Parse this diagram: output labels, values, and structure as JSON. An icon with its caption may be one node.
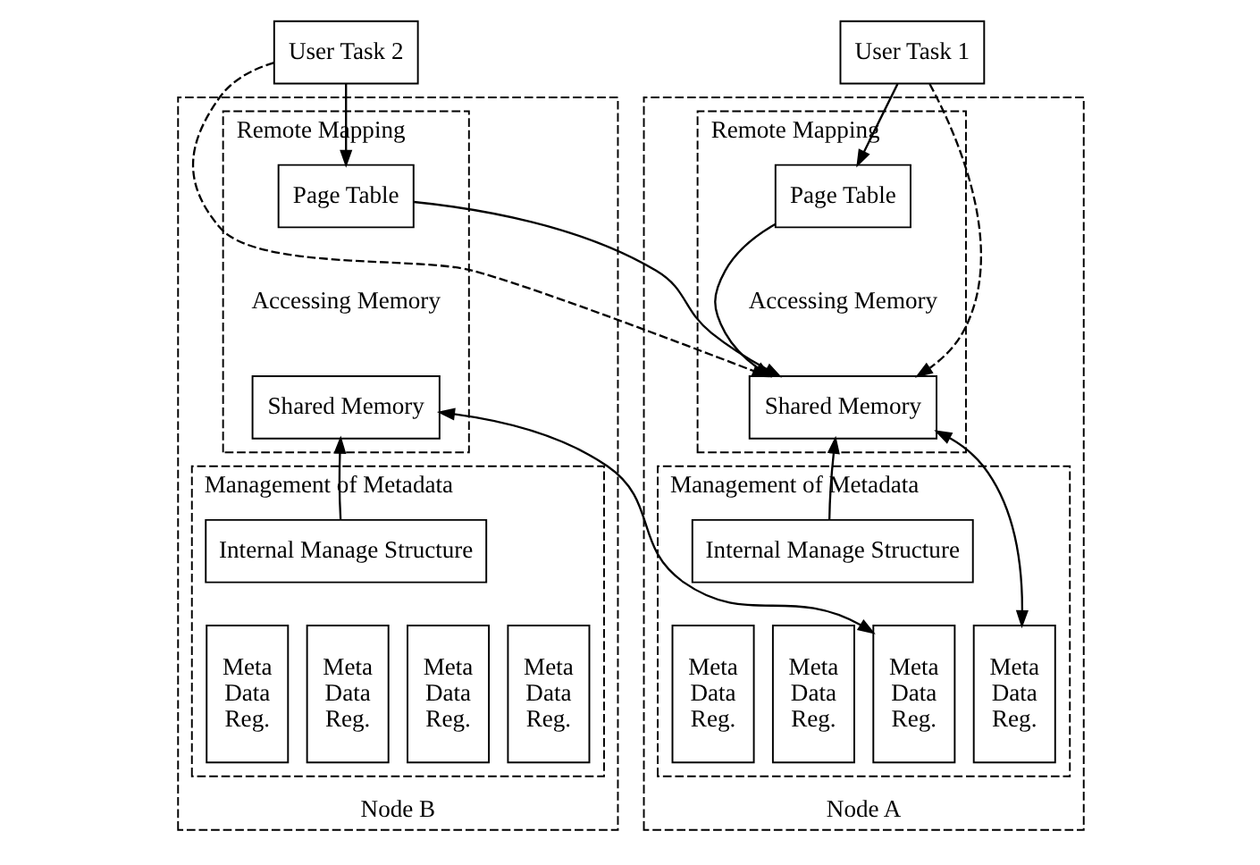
{
  "diagram": {
    "nodes": [
      {
        "text": [
          "Node A"
        ]
      },
      {
        "text": [
          "Remote Mapping"
        ],
        "in": 0
      },
      {
        "text": [
          "Page Table"
        ],
        "in": 1
      },
      {
        "text": [
          "Shared Memory"
        ],
        "in": 1
      },
      {
        "text": [
          "Management of Metadata"
        ],
        "in": 0
      },
      {
        "text": [
          "Internal Manage Structure"
        ],
        "in": 4
      },
      {
        "text": [
          "Meta Data Reg."
        ],
        "in": 4
      },
      {
        "text": [
          "Meta Data Reg."
        ],
        "in": 4
      },
      {
        "text": [
          "Meta Data Reg."
        ],
        "in": 4
      },
      {
        "text": [
          "Meta Data Reg."
        ],
        "in": 4
      },
      {
        "text": [
          "Node B"
        ]
      },
      {
        "text": [
          "Remote Mapping"
        ],
        "in": 10
      },
      {
        "text": [
          "Page Table"
        ],
        "in": 11
      },
      {
        "text": [
          "Shared Memory"
        ],
        "in": 11
      },
      {
        "text": [
          "Management of Metadata"
        ],
        "in": 10
      },
      {
        "text": [
          "Internal Manage Structure"
        ],
        "in": 14
      },
      {
        "text": [
          "Meta Data Reg."
        ],
        "in": 14
      },
      {
        "text": [
          "Meta Data Reg."
        ],
        "in": 14
      },
      {
        "text": [
          "Meta Data Reg."
        ],
        "in": 14
      },
      {
        "text": [
          "Meta Data Reg."
        ],
        "in": 14
      },
      {
        "text": [
          "User Task 1"
        ]
      },
      {
        "text": [
          "User Task 2"
        ]
      }
    ],
    "edges": [
      {
        "from": 20,
        "to": 2,
        "arrow": "to"
      },
      {
        "from": 20,
        "to": 3,
        "arrow": "to",
        "style": "dashed"
      },
      {
        "from": 2,
        "to": 3,
        "arrow": "to"
      },
      {
        "from": 12,
        "to": 3,
        "arrow": "to"
      },
      {
        "from": 21,
        "to": 12,
        "arrow": "to"
      },
      {
        "from": 21,
        "to": 3,
        "arrow": "to",
        "style": "dashed"
      },
      {
        "from": 5,
        "to": 3,
        "arrow": "to"
      },
      {
        "from": 15,
        "to": 13,
        "arrow": "to"
      },
      {
        "from": 8,
        "to": 13,
        "arrow": "both"
      },
      {
        "from": 9,
        "to": 3,
        "arrow": "both"
      }
    ],
    "labels": [
      "Accessing Memory",
      "Accessing Memory"
    ]
  }
}
